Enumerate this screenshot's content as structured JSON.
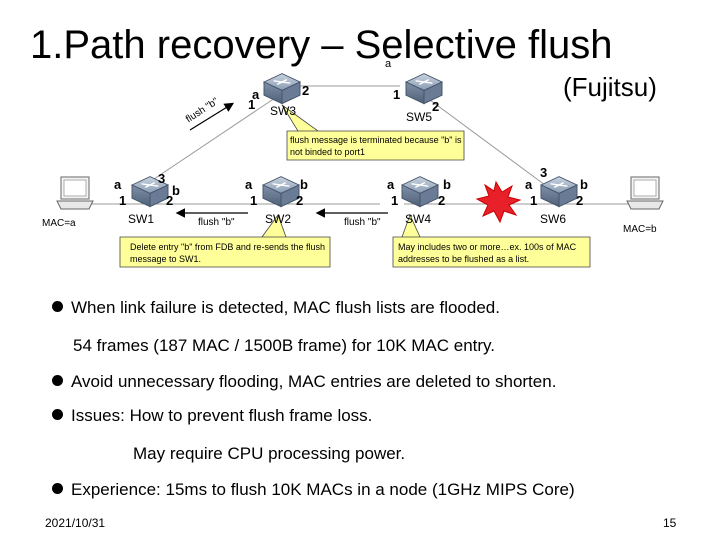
{
  "title": "1.Path recovery – Selective flush",
  "title_subscript": "a",
  "vendor": "(Fujitsu)",
  "switches": {
    "sw1": "SW1",
    "sw2": "SW2",
    "sw3": "SW3",
    "sw4": "SW4",
    "sw5": "SW5",
    "sw6": "SW6"
  },
  "ports": {
    "one": "1",
    "two": "2",
    "three": "3"
  },
  "letters": {
    "a": "a",
    "b": "b"
  },
  "hosts": {
    "left": "MAC=a",
    "right": "MAC=b"
  },
  "flush_labels": {
    "diagonal": "flush \"b\"",
    "sw2_to_sw1": "flush \"b\"",
    "sw4_to_sw2": "flush \"b\""
  },
  "callouts": {
    "sw3_terminated": "flush message is terminated because \"b\" is not binded to port1",
    "sw2_delete": "Delete entry \"b\" from FDB and re-sends the flush message to SW1.",
    "sw4_multiple": "May includes two or more…ex. 100s of MAC addresses to be flushed as a list."
  },
  "bullets": [
    "When link failure is detected, MAC flush lists are flooded.",
    "54 frames (187 MAC / 1500B frame) for 10K MAC entry.",
    "Avoid unnecessary flooding, MAC entries are deleted to shorten.",
    "Issues: How to prevent flush frame loss.",
    "May require CPU processing power.",
    "Experience: 15ms to flush 10K MACs in a node (1GHz MIPS Core)"
  ],
  "footer": {
    "date": "2021/10/31",
    "page": "15"
  },
  "colors": {
    "callout_fill": "#ffff99",
    "burst": "#e8202a",
    "switch": "#7b8fa8"
  }
}
